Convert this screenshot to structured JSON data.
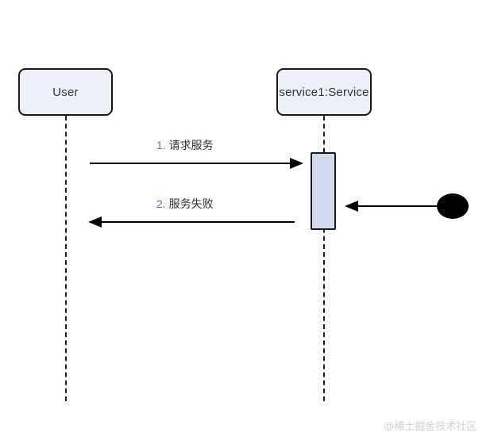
{
  "diagram": {
    "type": "uml-sequence-diagram",
    "background_color": "#ffffff",
    "participants": [
      {
        "id": "user",
        "label": "User",
        "fill": "#eef0f8",
        "border": "#17171c"
      },
      {
        "id": "service",
        "label": "service1:Service",
        "fill": "#eef0f8",
        "border": "#17171c"
      }
    ],
    "activation": {
      "owner": "service",
      "fill": "#d3d9ef",
      "border": "#17171c"
    },
    "messages": [
      {
        "number": "1.",
        "text": "请求服务",
        "from": "user",
        "to": "service",
        "direction": "right",
        "style": "solid",
        "arrowhead": "filled",
        "number_color": "#4a7cc0",
        "text_color": "#2f2f35"
      },
      {
        "number": "2.",
        "text": "服务失败",
        "from": "service",
        "to": "user",
        "direction": "left",
        "style": "solid",
        "arrowhead": "filled",
        "number_color": "#4a7cc0",
        "text_color": "#2f2f35"
      },
      {
        "number": "",
        "text": "",
        "from": "found-node",
        "to": "service",
        "direction": "left",
        "style": "solid",
        "arrowhead": "filled",
        "number_color": "#000000",
        "text_color": "#000000"
      }
    ],
    "found_node": {
      "shape": "filled-ellipse",
      "color": "#000000"
    },
    "watermark": {
      "text": "@稀土掘金技术社区",
      "color": "#cfcfd4"
    }
  }
}
